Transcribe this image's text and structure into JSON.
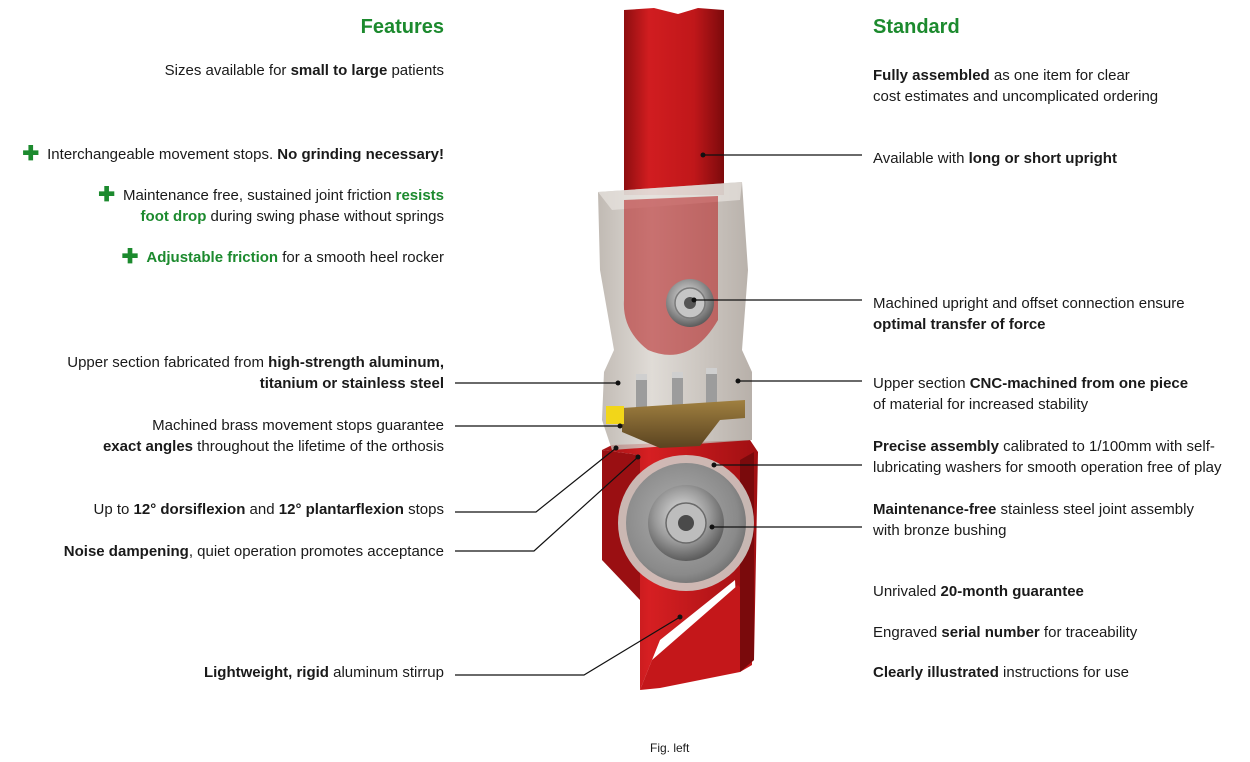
{
  "headings": {
    "features": "Features",
    "standard": "Standard"
  },
  "left": {
    "sizes": {
      "a": "Sizes available for ",
      "b": "small to large",
      "c": " patients"
    },
    "stops": {
      "a": "Interchangeable movement stops. ",
      "b": "No grinding necessary!"
    },
    "friction": {
      "a": "Maintenance free, sustained joint friction ",
      "b": "resists",
      "c": "foot drop",
      "d": " during swing phase without springs"
    },
    "adjustable": {
      "a": "Adjustable friction",
      "b": " for a smooth heel rocker"
    },
    "upper": {
      "a": "Upper section fabricated from ",
      "b": "high-strength aluminum,",
      "c": "titanium or stainless steel"
    },
    "brass": {
      "a": "Machined brass movement stops guarantee",
      "b": "exact angles",
      "c": " throughout the lifetime of the orthosis"
    },
    "flexion": {
      "a": "Up to ",
      "b": "12° dorsiflexion",
      "c": " and ",
      "d": "12° plantarflexion",
      "e": " stops"
    },
    "noise": {
      "a": "Noise dampening",
      "b": ", quiet operation promotes acceptance"
    },
    "stirrup": {
      "a": "Lightweight, rigid",
      "b": " aluminum stirrup"
    }
  },
  "right": {
    "assembled": {
      "a": "Fully assembled",
      "b": " as one item for clear",
      "c": "cost estimates and uncomplicated ordering"
    },
    "upright": {
      "a": "Available with ",
      "b": "long or short upright"
    },
    "force": {
      "a": "Machined upright and offset connection ensure",
      "b": "optimal transfer of force"
    },
    "cnc": {
      "a": "Upper section ",
      "b": "CNC-machined from one piece",
      "c": "of material for increased stability"
    },
    "precise": {
      "a": "Precise assembly",
      "b": " calibrated to 1/100mm with self-",
      "c": "lubricating washers for smooth operation free of play"
    },
    "maintenance": {
      "a": "Maintenance-free",
      "b": " stainless steel joint assembly",
      "c": "with bronze bushing"
    },
    "guarantee": {
      "a": "Unrivaled ",
      "b": "20-month guarantee"
    },
    "serial": {
      "a": "Engraved ",
      "b": "serial number",
      "c": " for traceability"
    },
    "instructions": {
      "a": "Clearly illustrated",
      "b": " instructions for use"
    }
  },
  "caption": "Fig. left",
  "colors": {
    "accent": "#1c8a2e",
    "stirrup": "#c8191c",
    "housing": "#c9c4bd",
    "brass": "#7a6030"
  },
  "icons": {
    "bullet": "plus-icon"
  }
}
